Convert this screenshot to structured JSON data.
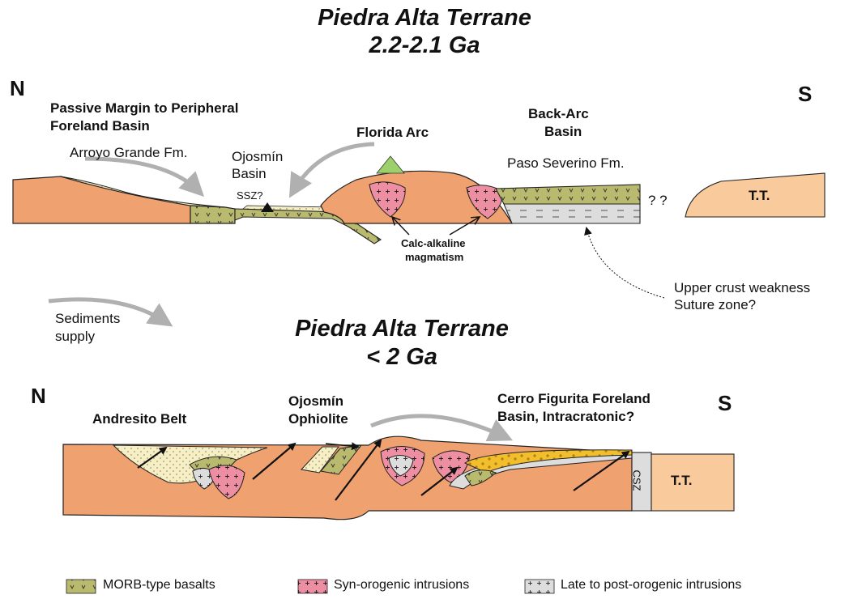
{
  "colors": {
    "crust": "#EFA26F",
    "tt_block": "#F9CB9C",
    "morb": "#B9BA6E",
    "syn_orogenic": "#EE8EA3",
    "late_post_orogenic": "#DDDDDD",
    "sediment": "#F6EFC6",
    "foreland": "#F2BE2C",
    "arrow_gray": "#B0B0B0",
    "volcano": "#9BD06A"
  },
  "upper": {
    "title_line1": "Piedra Alta Terrane",
    "title_line2": "2.2-2.1 Ga",
    "north": "N",
    "south": "S",
    "passive_margin_line1": "Passive Margin to Peripheral",
    "passive_margin_line2": "Foreland Basin",
    "arroyo_grande": "Arroyo Grande Fm.",
    "ojosmin_basin_line1": "Ojosmín",
    "ojosmin_basin_line2": "Basin",
    "ssz": "SSZ?",
    "florida_arc": "Florida Arc",
    "back_arc_line1": "Back-Arc",
    "back_arc_line2": "Basin",
    "paso_severino": "Paso Severino Fm.",
    "question_marks": "?  ?",
    "tt": "T.T.",
    "calc_alkaline_line1": "Calc-alkaline",
    "calc_alkaline_line2": "magmatism",
    "weakness_line1": "Upper crust weakness",
    "weakness_line2": "Suture zone?"
  },
  "sediments_line1": "Sediments",
  "sediments_line2": "supply",
  "lower": {
    "title_line1": "Piedra Alta Terrane",
    "title_line2": "< 2 Ga",
    "north": "N",
    "south": "S",
    "andresito": "Andresito Belt",
    "ojosmin_ophiolite_line1": "Ojosmín",
    "ojosmin_ophiolite_line2": "Ophiolite",
    "cerro_line1": "Cerro Figurita Foreland",
    "cerro_line2": "Basin, Intracratonic?",
    "csz": "CSZ",
    "tt": "T.T."
  },
  "legend": {
    "morb": "MORB-type basalts",
    "syn": "Syn-orogenic intrusions",
    "late": "Late to post-orogenic intrusions"
  }
}
